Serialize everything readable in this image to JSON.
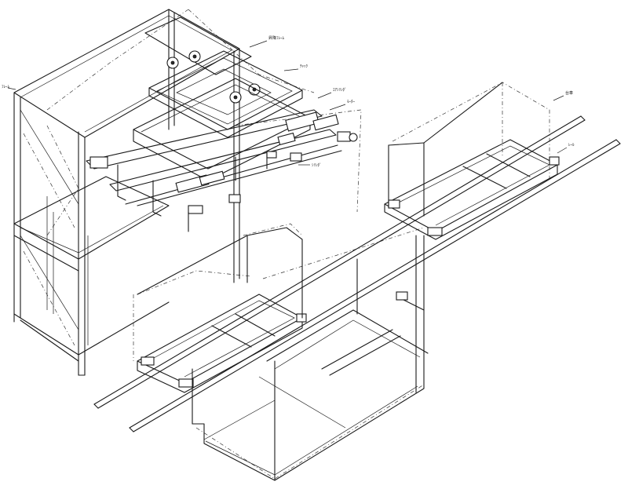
{
  "labels": {
    "l1": "ﾌﾚｰﾑ",
    "l2": "昇降ﾌﾚｰﾑ",
    "l3": "ﾁｬｯｸ",
    "l4": "ｴｱｼﾘﾝﾀﾞ",
    "l5": "ﾓｰﾀｰ",
    "l6": "ｼﾘﾝﾀﾞ",
    "l7": "台車",
    "l8": "ﾚｰﾙ"
  },
  "colors": {
    "line": "#1a1a1a",
    "background": "#ffffff"
  }
}
